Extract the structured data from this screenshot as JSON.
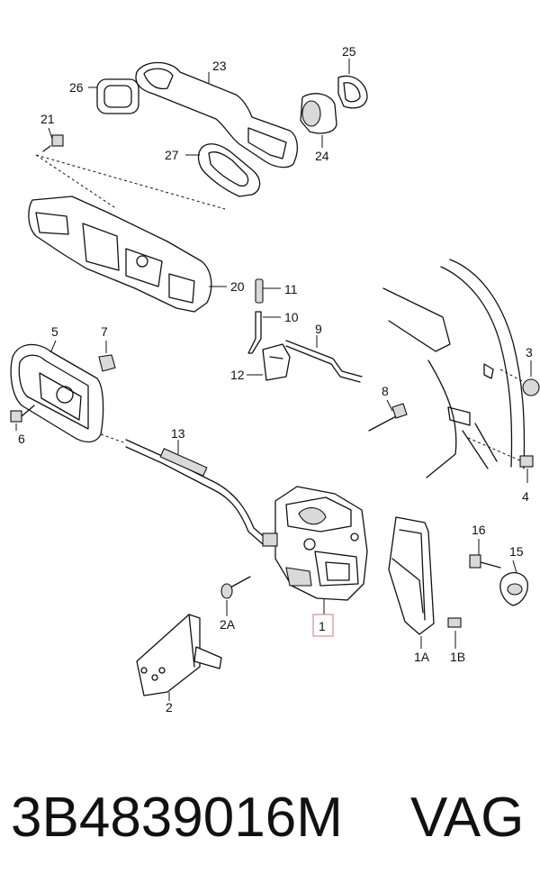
{
  "footer": {
    "part_number": "3B4839016M",
    "brand": "VAG"
  },
  "callouts": {
    "c1": "1",
    "c2": "2",
    "c2a": "2A",
    "c1a": "1A",
    "c1b": "1B",
    "c3": "3",
    "c4": "4",
    "c5": "5",
    "c6": "6",
    "c7": "7",
    "c8": "8",
    "c9": "9",
    "c10": "10",
    "c11": "11",
    "c12": "12",
    "c13": "13",
    "c15": "15",
    "c16": "16",
    "c20": "20",
    "c21": "21",
    "c23": "23",
    "c24": "24",
    "c25": "25",
    "c26": "26",
    "c27": "27"
  },
  "highlight_color": "#e08a8a"
}
